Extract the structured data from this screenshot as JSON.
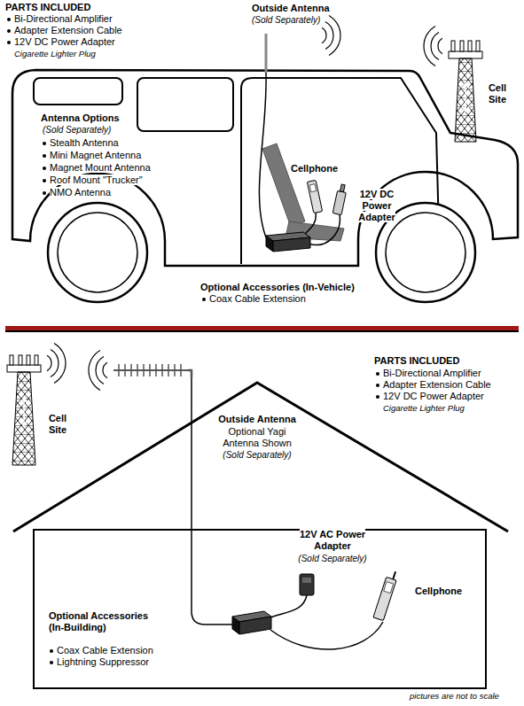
{
  "diagram": {
    "labels": [
      "PARTS INCLUDED",
      "Bi-Directional Amplifier",
      "Adapter Extension Cable",
      "12V DC Power Adapter",
      "Cigarette Lighter Plug",
      "Outside Antenna",
      "(Sold Separately)",
      "Cell Site",
      "Antenna Options",
      "(Sold Separately)",
      "Stealth Antenna",
      "Mini Magnet Antenna",
      "Magnet Mount Antenna",
      "Roof Mount \"Trucker\"",
      "NMO Antenna",
      "Cellphone",
      "12V DC Power Adapter",
      "Optional Accessories (In-Vehicle)",
      "Coax Cable Extension",
      "Cell Site",
      "Outside Antenna",
      "Optional Yagi Antenna Shown",
      "(Sold Separately)",
      "PARTS INCLUDED",
      "Bi-Directional Amplifier",
      "Adapter Extension Cable",
      "12V DC Power Adapter",
      "Cigarette Lighter Plug",
      "12V AC Power Adapter",
      "(Sold Separately)",
      "Cellphone",
      "Optional Accessories (In-Building)",
      "Coax Cable Extension",
      "Lightning Suppressor",
      "pictures are not to scale"
    ]
  }
}
